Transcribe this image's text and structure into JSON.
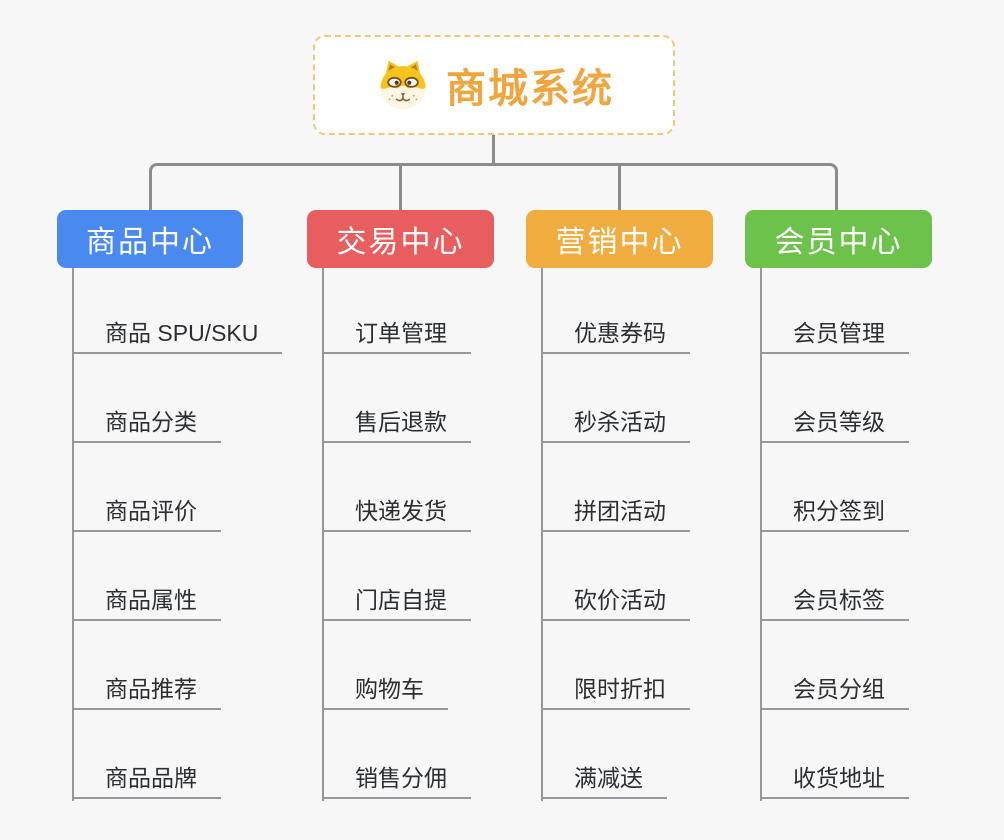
{
  "diagram_title": "商城系统",
  "root": {
    "title": "商城系统",
    "icon": "dog-face-icon",
    "title_color": "#f0a640",
    "border_color": "#f6c66f"
  },
  "connector_color": "#8c8c8c",
  "branches": [
    {
      "label": "商品中心",
      "color": "#4a89f0",
      "children": [
        "商品 SPU/SKU",
        "商品分类",
        "商品评价",
        "商品属性",
        "商品推荐",
        "商品品牌"
      ]
    },
    {
      "label": "交易中心",
      "color": "#e85e5e",
      "children": [
        "订单管理",
        "售后退款",
        "快递发货",
        "门店自提",
        "购物车",
        "销售分佣"
      ]
    },
    {
      "label": "营销中心",
      "color": "#f0ac3e",
      "children": [
        "优惠券码",
        "秒杀活动",
        "拼团活动",
        "砍价活动",
        "限时折扣",
        "满减送"
      ]
    },
    {
      "label": "会员中心",
      "color": "#6cc24a",
      "children": [
        "会员管理",
        "会员等级",
        "积分签到",
        "会员标签",
        "会员分组",
        "收货地址"
      ]
    }
  ]
}
